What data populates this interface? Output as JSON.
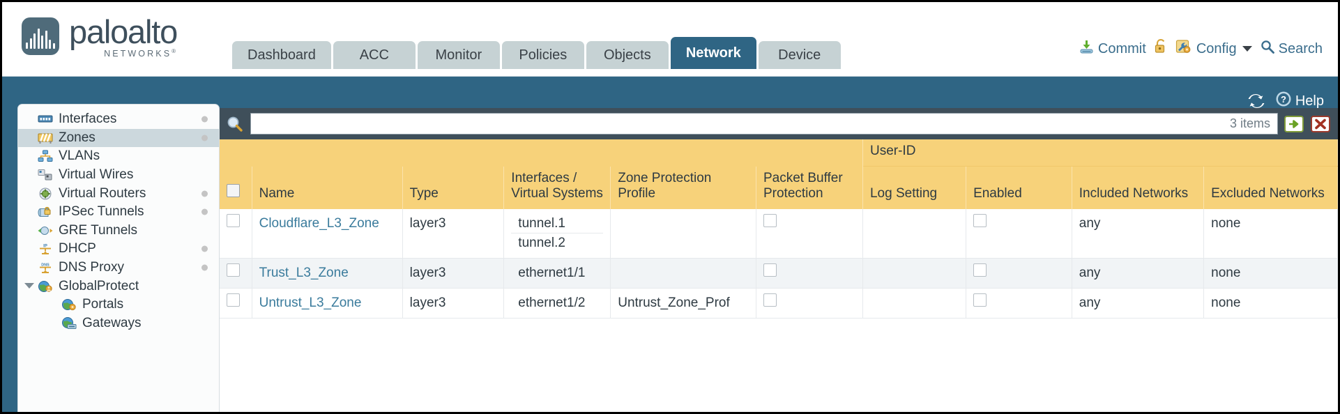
{
  "brand": {
    "name": "paloalto",
    "tagline": "NETWORKS",
    "registered": "®",
    "logo_icon": "paloalto-logo-icon"
  },
  "header": {
    "tabs": [
      {
        "label": "Dashboard",
        "active": false
      },
      {
        "label": "ACC",
        "active": false
      },
      {
        "label": "Monitor",
        "active": false
      },
      {
        "label": "Policies",
        "active": false
      },
      {
        "label": "Objects",
        "active": false
      },
      {
        "label": "Network",
        "active": true
      },
      {
        "label": "Device",
        "active": false
      }
    ],
    "actions": {
      "commit": "Commit",
      "lock": "",
      "config": "Config",
      "search": "Search"
    },
    "icons": {
      "commit": "commit-download-icon",
      "lock": "padlock-icon",
      "config": "config-wrench-icon",
      "search": "search-magnifier-icon",
      "caret": "chevron-down-icon"
    }
  },
  "toolbar": {
    "refresh_icon": "refresh-icon",
    "help_icon": "help-question-icon",
    "help_label": "Help"
  },
  "sidebar": {
    "items": [
      {
        "label": "Interfaces",
        "icon": "interfaces-icon",
        "selected": false,
        "dot": true,
        "child": false,
        "twisty": false
      },
      {
        "label": "Zones",
        "icon": "zones-icon",
        "selected": true,
        "dot": true,
        "child": false,
        "twisty": false
      },
      {
        "label": "VLANs",
        "icon": "vlans-icon",
        "selected": false,
        "dot": false,
        "child": false,
        "twisty": false
      },
      {
        "label": "Virtual Wires",
        "icon": "virtual-wires-icon",
        "selected": false,
        "dot": false,
        "child": false,
        "twisty": false
      },
      {
        "label": "Virtual Routers",
        "icon": "virtual-routers-icon",
        "selected": false,
        "dot": true,
        "child": false,
        "twisty": false
      },
      {
        "label": "IPSec Tunnels",
        "icon": "ipsec-tunnels-icon",
        "selected": false,
        "dot": true,
        "child": false,
        "twisty": false
      },
      {
        "label": "GRE Tunnels",
        "icon": "gre-tunnels-icon",
        "selected": false,
        "dot": false,
        "child": false,
        "twisty": false
      },
      {
        "label": "DHCP",
        "icon": "dhcp-icon",
        "selected": false,
        "dot": true,
        "child": false,
        "twisty": false
      },
      {
        "label": "DNS Proxy",
        "icon": "dns-proxy-icon",
        "selected": false,
        "dot": true,
        "child": false,
        "twisty": false
      },
      {
        "label": "GlobalProtect",
        "icon": "globalprotect-icon",
        "selected": false,
        "dot": false,
        "child": false,
        "twisty": true
      },
      {
        "label": "Portals",
        "icon": "portals-icon",
        "selected": false,
        "dot": false,
        "child": true,
        "twisty": false
      },
      {
        "label": "Gateways",
        "icon": "gateways-icon",
        "selected": false,
        "dot": false,
        "child": true,
        "twisty": false
      }
    ]
  },
  "filter": {
    "search_placeholder": "",
    "search_value": "",
    "item_count": "3 items",
    "search_icon": "search-magnifier-icon",
    "apply_icon": "apply-arrow-icon",
    "clear_icon": "clear-cross-icon"
  },
  "table": {
    "group_header": "User-ID",
    "columns": [
      "Name",
      "Type",
      "Interfaces / Virtual Systems",
      "Zone Protection Profile",
      "Packet Buffer Protection",
      "Log Setting",
      "Enabled",
      "Included Networks",
      "Excluded Networks"
    ],
    "rows": [
      {
        "selected": false,
        "name": "Cloudflare_L3_Zone",
        "type": "layer3",
        "interfaces": [
          "tunnel.1",
          "tunnel.2"
        ],
        "zone_protection_profile": "",
        "packet_buffer_protection": false,
        "log_setting": "",
        "userid_enabled": false,
        "included_networks": "any",
        "excluded_networks": "none"
      },
      {
        "selected": false,
        "name": "Trust_L3_Zone",
        "type": "layer3",
        "interfaces": [
          "ethernet1/1"
        ],
        "zone_protection_profile": "",
        "packet_buffer_protection": false,
        "log_setting": "",
        "userid_enabled": false,
        "included_networks": "any",
        "excluded_networks": "none"
      },
      {
        "selected": false,
        "name": "Untrust_L3_Zone",
        "type": "layer3",
        "interfaces": [
          "ethernet1/2"
        ],
        "zone_protection_profile": "Untrust_Zone_Prof",
        "packet_buffer_protection": false,
        "log_setting": "",
        "userid_enabled": false,
        "included_networks": "any",
        "excluded_networks": "none"
      }
    ]
  },
  "colors": {
    "brand_blue": "#2f6584",
    "header_amber": "#f7d27a",
    "group_amber": "#e3b757",
    "link_blue": "#3a7b9c",
    "panel_slate": "#3f4f5a"
  }
}
